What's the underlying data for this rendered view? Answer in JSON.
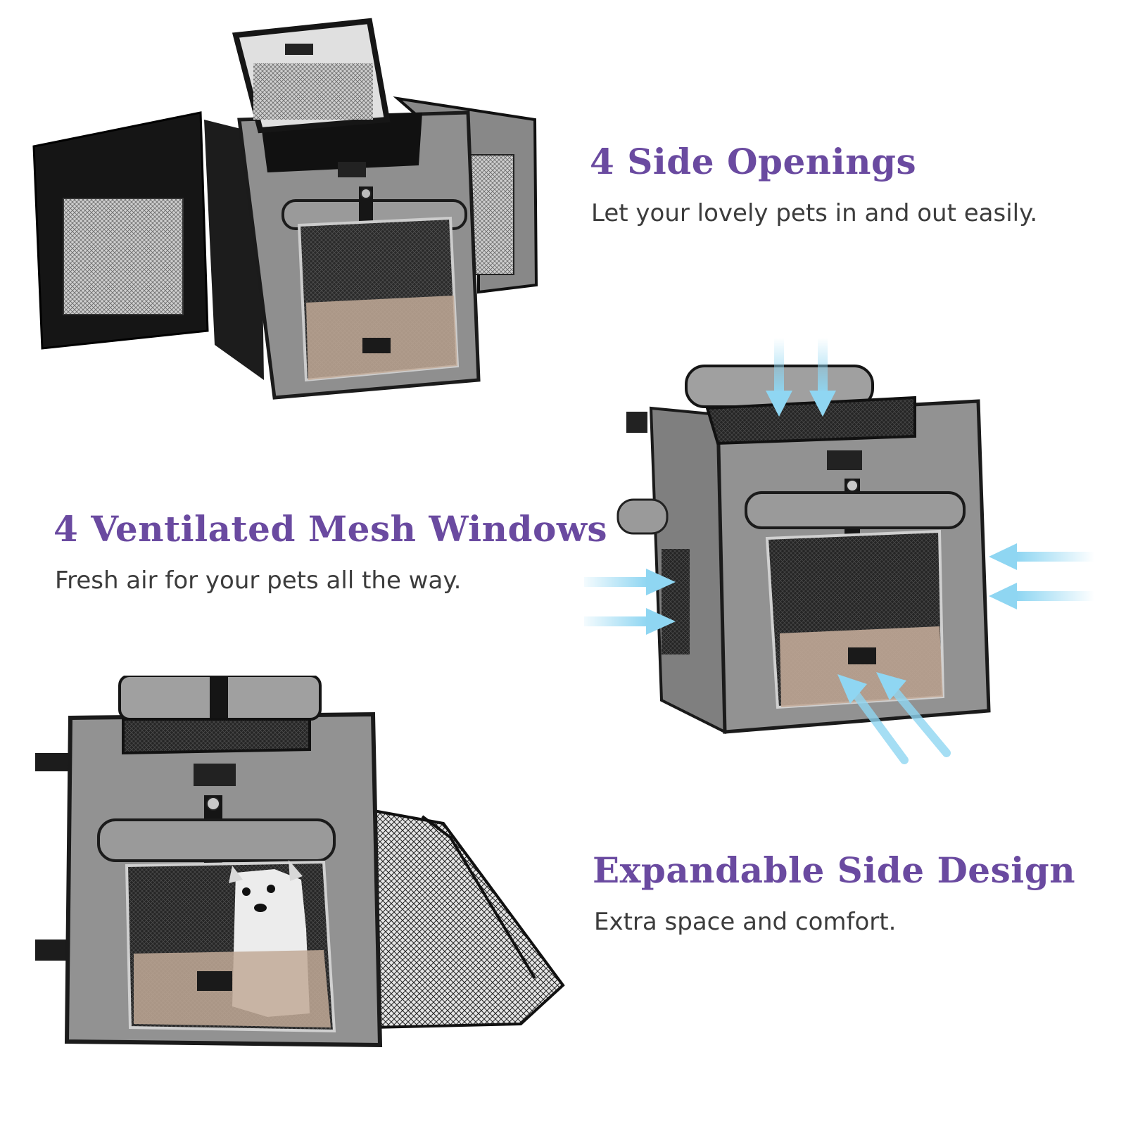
{
  "features": [
    {
      "title": "4 Side Openings",
      "subtitle": "Let your lovely pets in and out easily."
    },
    {
      "title": "4 Ventilated Mesh Windows",
      "subtitle": "Fresh air for your pets all the way."
    },
    {
      "title": "Expandable Side Design",
      "subtitle": "Extra space and comfort."
    }
  ],
  "colors": {
    "heading": "#6a4aa0",
    "subtitle": "#3c3c3c",
    "fabric": "#8f8f8f",
    "trim": "#1b1b1b",
    "mesh": "#2a2a2a",
    "pad": "#c2aa98",
    "airflow_arrow": "#8fd6f2"
  },
  "illustrations": [
    {
      "name": "carrier-four-openings",
      "icon": "pet-carrier-icon"
    },
    {
      "name": "carrier-airflow",
      "icon": "airflow-arrow-icon"
    },
    {
      "name": "carrier-expanded",
      "icon": "pet-carrier-icon"
    }
  ]
}
